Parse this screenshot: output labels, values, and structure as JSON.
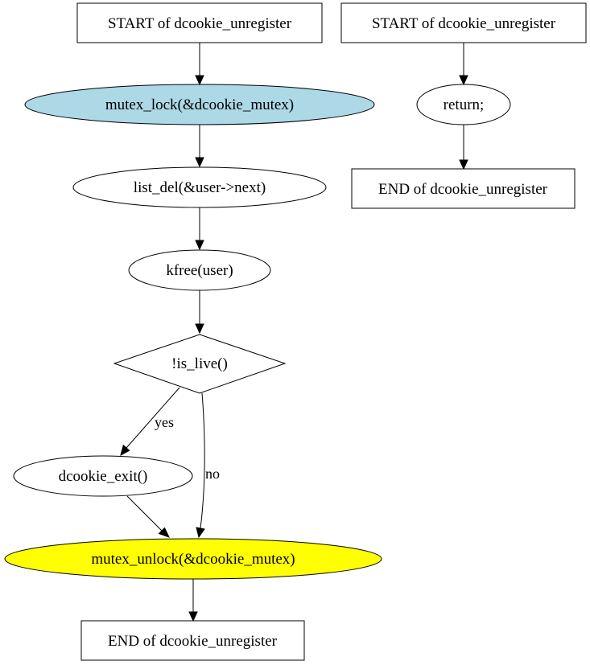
{
  "colors": {
    "background": "#ffffff",
    "stroke": "#000000",
    "default_fill": "#ffffff",
    "lock_fill": "#add8e6",
    "unlock_fill": "#ffff00"
  },
  "nodes": {
    "start_a": {
      "label": "START of dcookie_unregister",
      "shape": "box"
    },
    "mutex_lock": {
      "label": "mutex_lock(&dcookie_mutex)",
      "shape": "ellipse",
      "fill": "lock_fill"
    },
    "list_del": {
      "label": "list_del(&user->next)",
      "shape": "ellipse"
    },
    "kfree": {
      "label": "kfree(user)",
      "shape": "ellipse"
    },
    "is_live": {
      "label": "!is_live()",
      "shape": "diamond"
    },
    "dcookie_exit": {
      "label": "dcookie_exit()",
      "shape": "ellipse"
    },
    "mutex_unlock": {
      "label": "mutex_unlock(&dcookie_mutex)",
      "shape": "ellipse",
      "fill": "unlock_fill"
    },
    "end_a": {
      "label": "END of dcookie_unregister",
      "shape": "box"
    },
    "start_b": {
      "label": "START of dcookie_unregister",
      "shape": "box"
    },
    "return": {
      "label": "return;",
      "shape": "ellipse"
    },
    "end_b": {
      "label": "END of dcookie_unregister",
      "shape": "box"
    }
  },
  "edges": [
    {
      "from": "start_a",
      "to": "mutex_lock",
      "label": ""
    },
    {
      "from": "mutex_lock",
      "to": "list_del",
      "label": ""
    },
    {
      "from": "list_del",
      "to": "kfree",
      "label": ""
    },
    {
      "from": "kfree",
      "to": "is_live",
      "label": ""
    },
    {
      "from": "is_live",
      "to": "dcookie_exit",
      "label": "yes"
    },
    {
      "from": "is_live",
      "to": "mutex_unlock",
      "label": "no"
    },
    {
      "from": "dcookie_exit",
      "to": "mutex_unlock",
      "label": ""
    },
    {
      "from": "mutex_unlock",
      "to": "end_a",
      "label": ""
    },
    {
      "from": "start_b",
      "to": "return",
      "label": ""
    },
    {
      "from": "return",
      "to": "end_b",
      "label": ""
    }
  ]
}
